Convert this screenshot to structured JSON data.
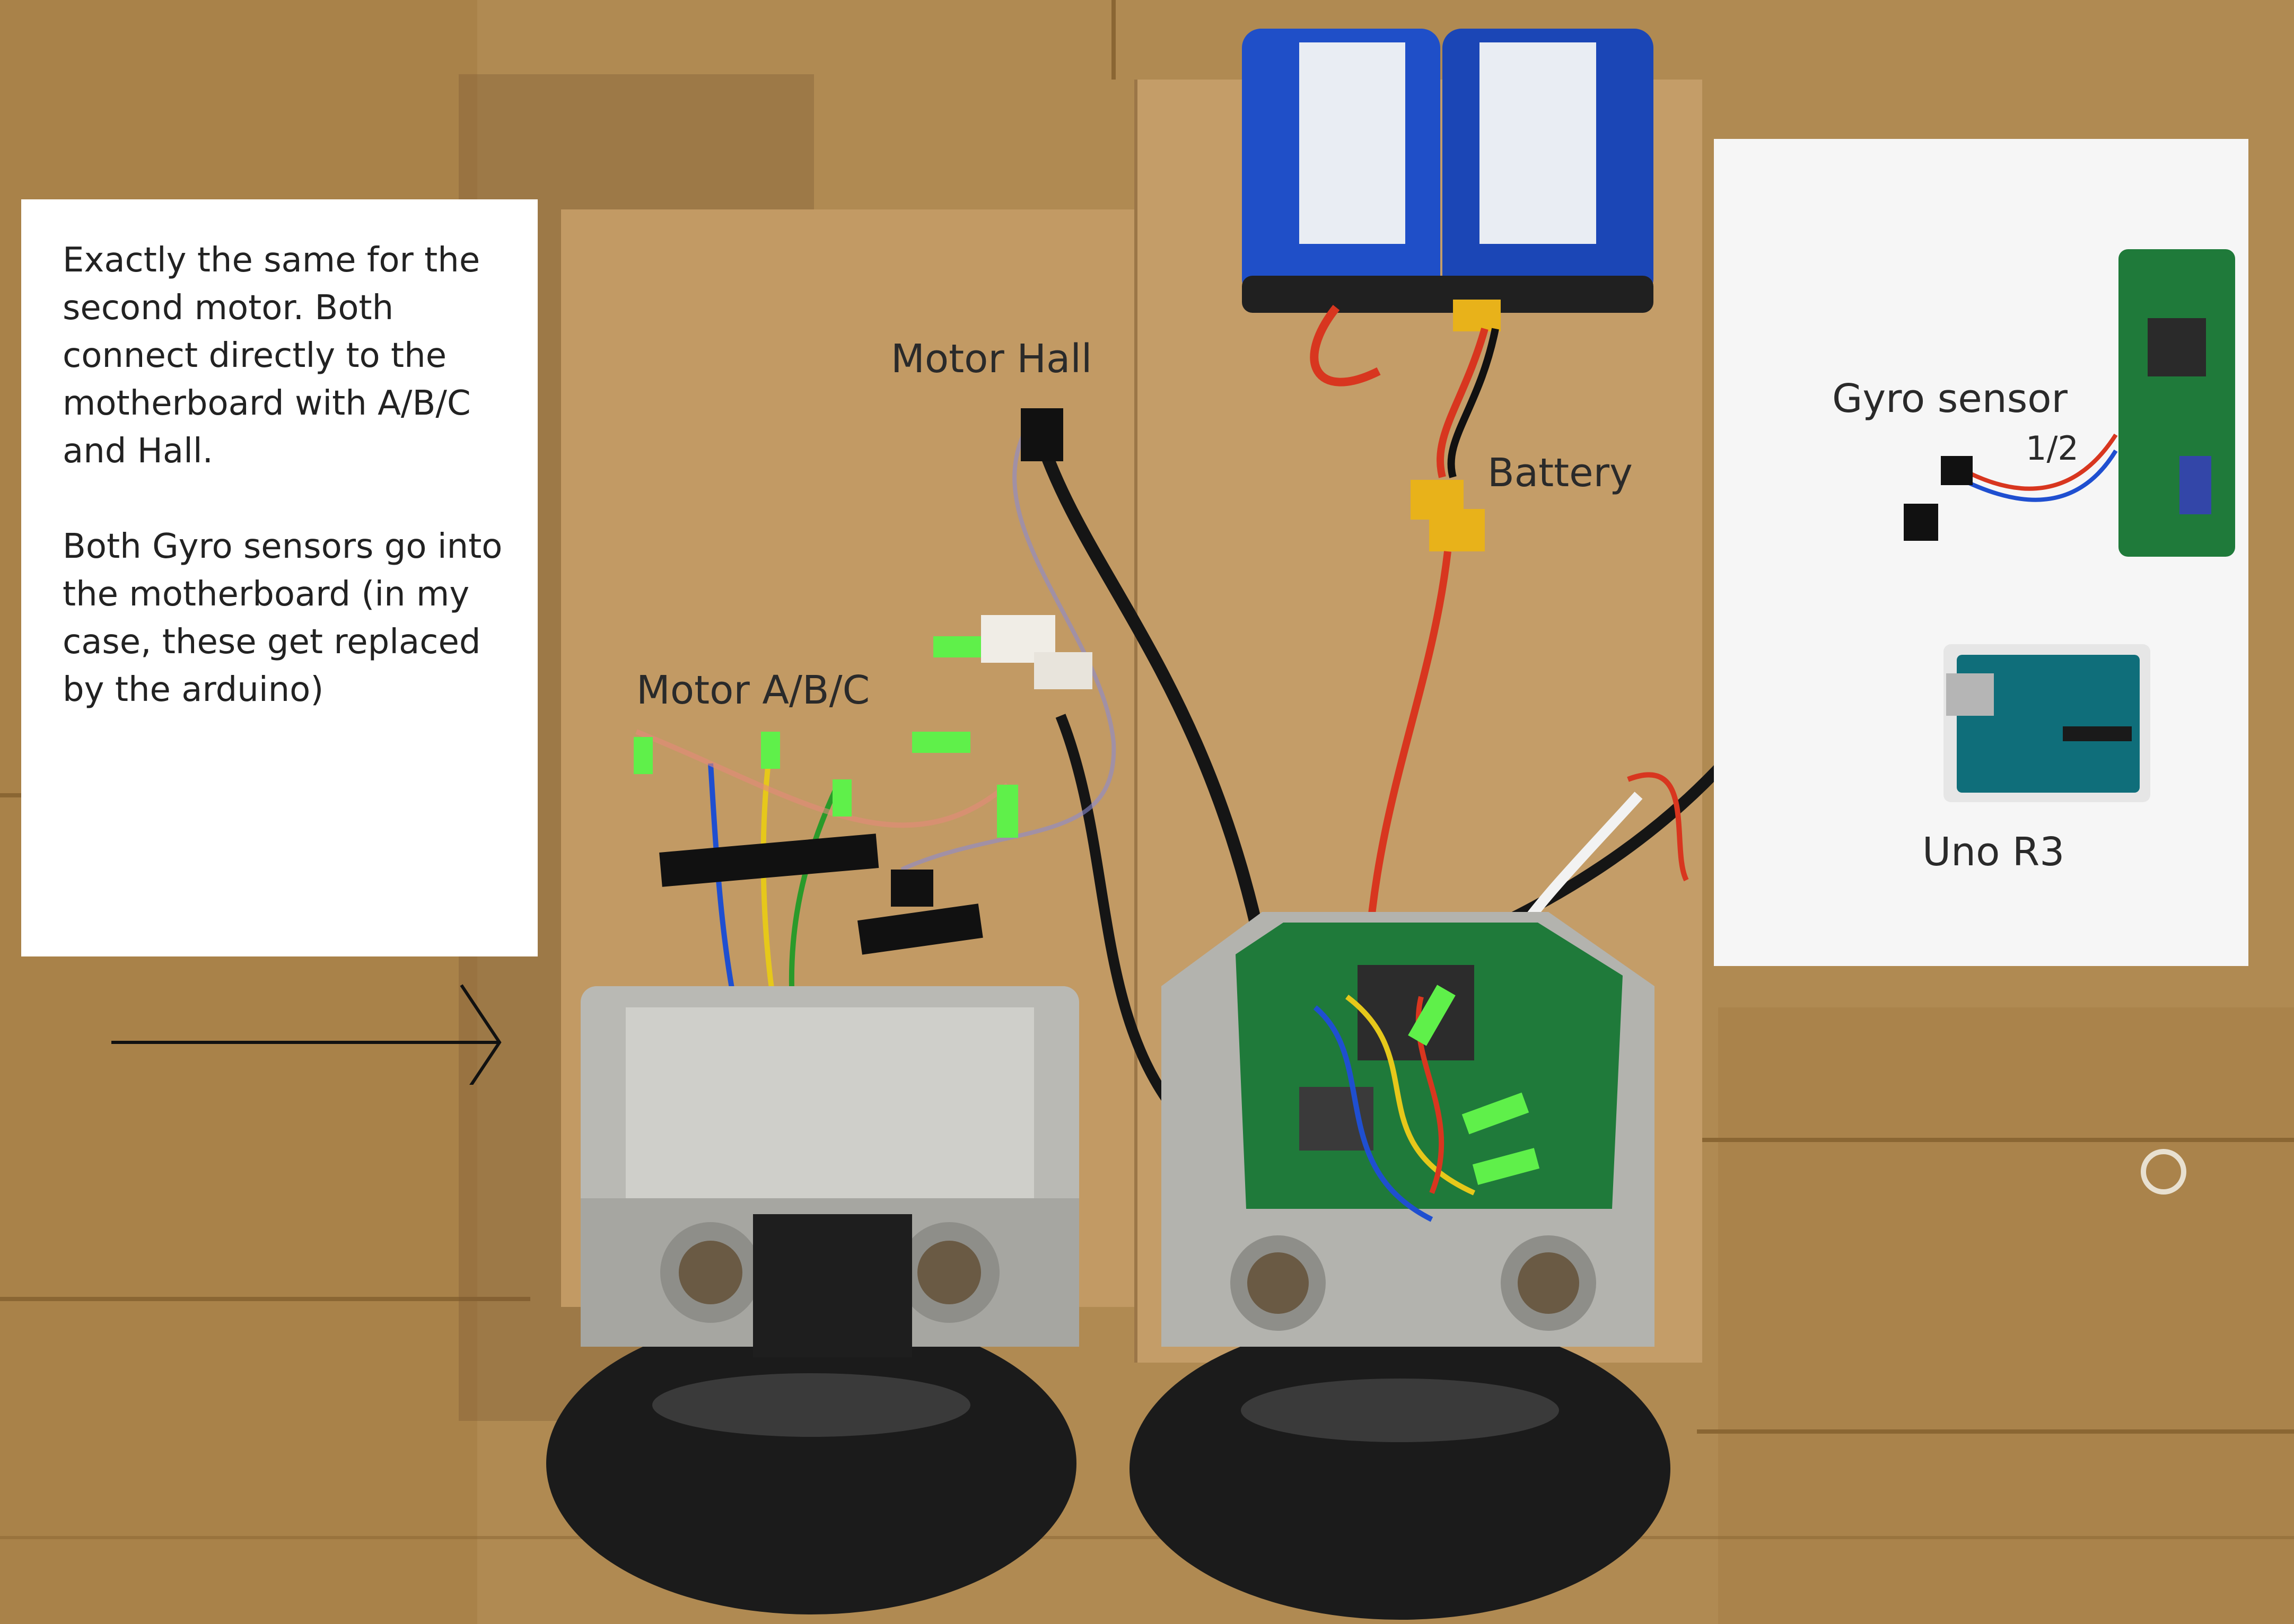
{
  "note": {
    "paragraph_1": "Exactly the same for the second motor. Both connect directly to the motherboard with A/B/C and Hall.",
    "paragraph_2": "Both Gyro sensors go into the motherboard (in my case, these get replaced by the arduino)"
  },
  "labels": {
    "motor_hall": "Motor Hall",
    "motor_abc": "Motor A/B/C",
    "battery": "Battery",
    "gyro_sensor": "Gyro sensor",
    "gyro_fraction": "1/2",
    "uno": "Uno R3"
  },
  "colors": {
    "workbench": "#b08a52",
    "mdf_board": "#c29a64",
    "battery_blue": "#1f4fc8",
    "pcb_green": "#1f7a3a",
    "arduino_teal": "#0f6e7a",
    "tire": "#1b1b1b",
    "aluminum": "#b9b9b4",
    "wire_red": "#d8361f",
    "wire_yellow": "#e6c81a",
    "wire_blue": "#1f4fd0",
    "connector_green": "#5ff04a"
  }
}
